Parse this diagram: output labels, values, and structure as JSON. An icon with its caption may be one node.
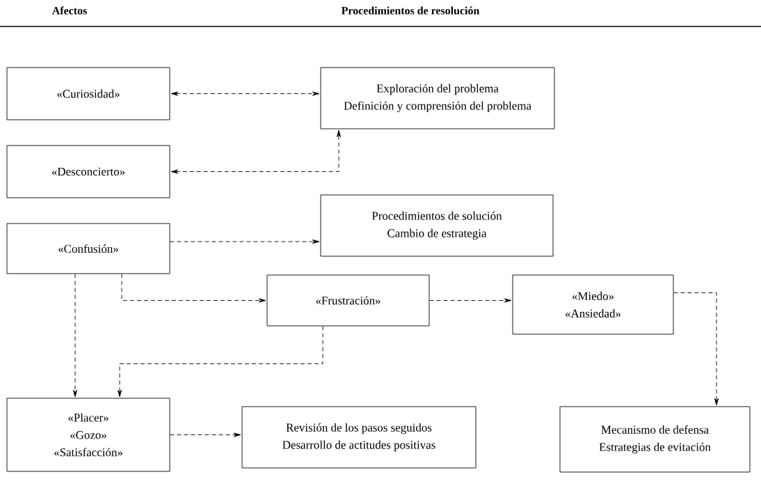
{
  "diagram": {
    "nodes": [
      {
        "text": [
          "«Curiosidad»"
        ]
      },
      {
        "text": [
          "Exploración del problema",
          "Definición y comprensión del problema"
        ]
      },
      {
        "text": [
          "«Desconcierto»"
        ]
      },
      {
        "text": [
          "Procedimientos de solución",
          "Cambio de estrategia"
        ]
      },
      {
        "text": [
          "«Confusión»"
        ]
      },
      {
        "text": [
          "«Frustración»"
        ]
      },
      {
        "text": [
          "«Miedo»",
          "«Ansiedad»"
        ]
      },
      {
        "text": [
          "«Placer»",
          "«Gozo»",
          "«Satisfacción»"
        ]
      },
      {
        "text": [
          "Revisión de los pasos seguidos",
          "Desarrollo de actitudes positivas"
        ]
      },
      {
        "text": [
          "Mecanismo de defensa",
          "Estrategias de evitación"
        ]
      }
    ],
    "edges": [
      {
        "from": 0,
        "to": 1,
        "arrow": "both",
        "style": "dashed"
      },
      {
        "from": 2,
        "to": 1,
        "arrow": "both",
        "style": "dashed"
      },
      {
        "from": 4,
        "to": 3,
        "arrow": "to",
        "style": "dashed"
      },
      {
        "from": 4,
        "to": 5,
        "arrow": "to",
        "style": "dashed"
      },
      {
        "from": 4,
        "to": 7,
        "arrow": "to",
        "style": "dashed"
      },
      {
        "from": 5,
        "to": 7,
        "arrow": "to",
        "style": "dashed"
      },
      {
        "from": 5,
        "to": 6,
        "arrow": "to",
        "style": "dashed"
      },
      {
        "from": 6,
        "to": 9,
        "arrow": "to",
        "style": "dashed"
      },
      {
        "from": 7,
        "to": 8,
        "arrow": "to",
        "style": "dashed"
      }
    ],
    "labels": [
      "Afectos",
      "Procedimientos de resolución"
    ]
  }
}
